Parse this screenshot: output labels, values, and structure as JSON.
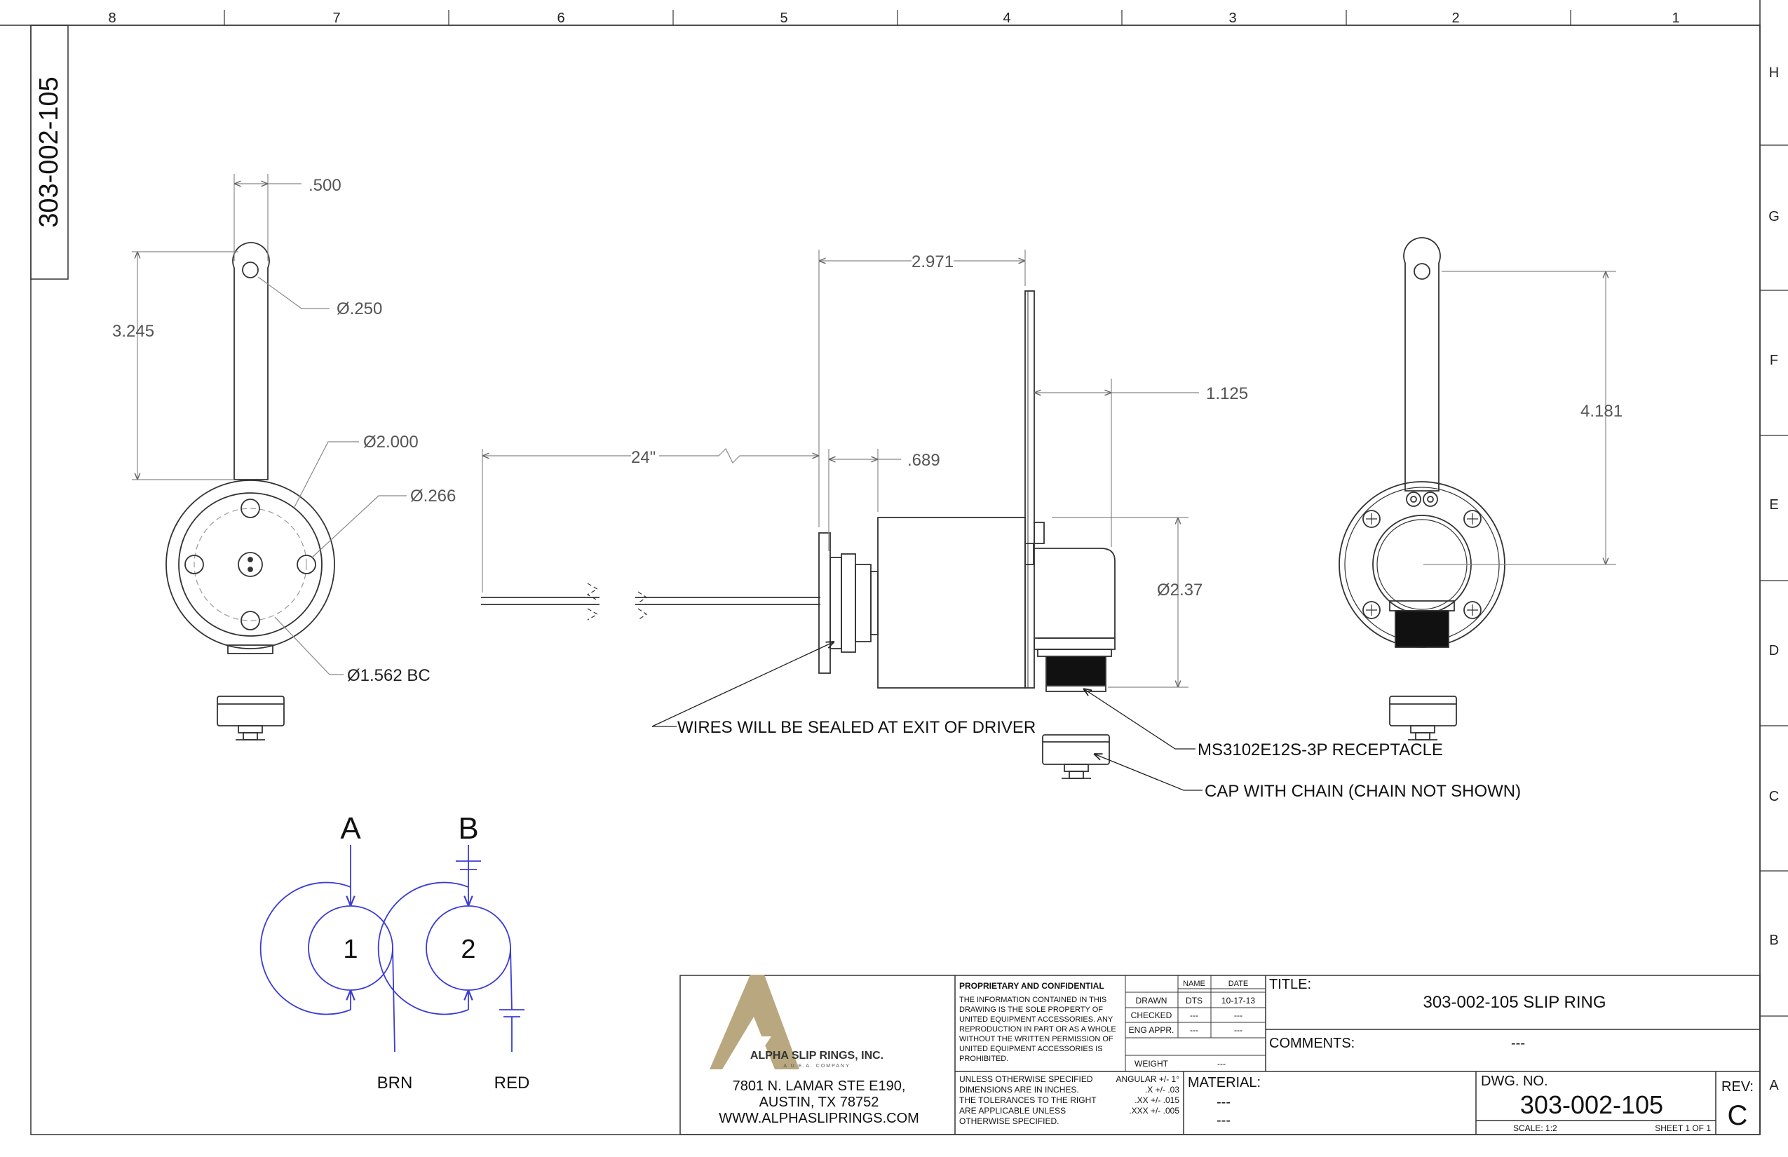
{
  "sheet_id": "303-002-105",
  "zones": {
    "columns": [
      "8",
      "7",
      "6",
      "5",
      "4",
      "3",
      "2",
      "1"
    ],
    "rows": [
      "H",
      "G",
      "F",
      "E",
      "D",
      "C",
      "B",
      "A"
    ]
  },
  "dimensions": {
    "lever_width": ".500",
    "lever_hole": "Ø.250",
    "lever_length": "3.245",
    "bolt_circle_dia": "Ø2.000",
    "mount_hole": "Ø.266",
    "bc": "Ø1.562 BC",
    "lead_length": "24\"",
    "flange_thk": ".689",
    "overall_length": "2.971",
    "receptacle_offset": "1.125",
    "body_dia": "Ø2.37",
    "rear_lever_length": "4.181"
  },
  "callouts": {
    "wires": "WIRES WILL BE SEALED AT EXIT OF DRIVER",
    "receptacle": "MS3102E12S-3P RECEPTACLE",
    "cap": "CAP WITH CHAIN (CHAIN NOT SHOWN)"
  },
  "schematic": {
    "label_a": "A",
    "label_b": "B",
    "ring_1": "1",
    "ring_2": "2",
    "wire_1": "BRN",
    "wire_2": "RED"
  },
  "title_block": {
    "company": "ALPHA SLIP RINGS, INC.",
    "company_sub": "A U.E.A. COMPANY",
    "address_1": "7801 N. LAMAR STE E190,",
    "address_2": "AUSTIN, TX 78752",
    "website": "WWW.ALPHASLIPRINGS.COM",
    "proprietary_title": "PROPRIETARY AND CONFIDENTIAL",
    "proprietary_lines": [
      "THE INFORMATION CONTAINED IN THIS",
      "DRAWING IS THE SOLE PROPERTY OF",
      "UNITED EQUIPMENT ACCESSORIES.  ANY",
      "REPRODUCTION IN PART OR AS A WHOLE",
      "WITHOUT THE WRITTEN PERMISSION OF",
      "UNITED EQUIPMENT ACCESSORIES IS",
      "PROHIBITED."
    ],
    "col_name": "NAME",
    "col_date": "DATE",
    "rows": [
      {
        "label": "DRAWN",
        "name": "DTS",
        "date": "10-17-13"
      },
      {
        "label": "CHECKED",
        "name": "---",
        "date": "---"
      },
      {
        "label": "ENG APPR.",
        "name": "---",
        "date": "---"
      }
    ],
    "weight_label": "WEIGHT",
    "weight_value": "---",
    "tolerance_lines": [
      "UNLESS OTHERWISE SPECIFIED",
      "DIMENSIONS ARE IN INCHES.",
      "THE TOLERANCES TO THE RIGHT",
      "ARE APPLICABLE UNLESS",
      "OTHERWISE SPECIFIED."
    ],
    "tolerance_values": [
      "ANGULAR  +/- 1°",
      ".X +/- .03",
      ".XX +/- .015",
      ".XXX +/- .005"
    ],
    "material_label": "MATERIAL:",
    "material_lines": [
      "---",
      "---"
    ],
    "title_label": "TITLE:",
    "title": "303-002-105 SLIP RING",
    "comments_label": "COMMENTS:",
    "comments": "---",
    "dwg_no_label": "DWG. NO.",
    "dwg_no": "303-002-105",
    "rev_label": "REV:",
    "rev": "C",
    "scale": "SCALE: 1:2",
    "sheet": "SHEET 1 OF 1"
  },
  "colors": {
    "line": "#333333",
    "dim": "#888888",
    "schematic": "#3b3bd6",
    "logo_gold": "#b8a77f"
  }
}
